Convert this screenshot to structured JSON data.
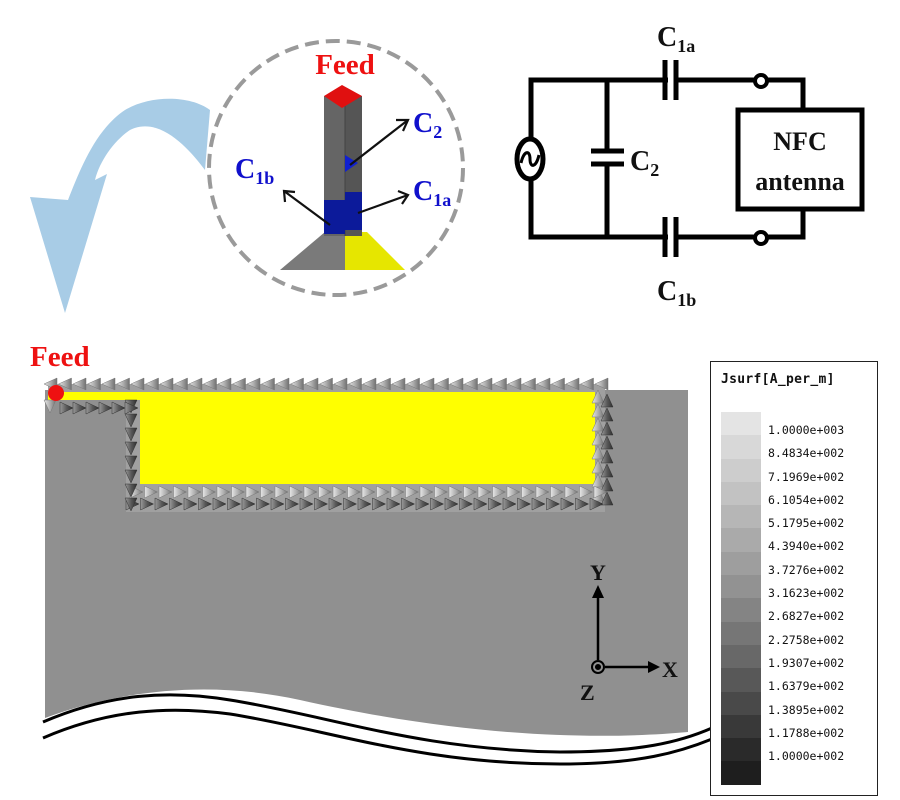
{
  "figure": {
    "zoom_inset": {
      "feed_label": "Feed",
      "labels": {
        "c2": {
          "base": "C",
          "sub": "2"
        },
        "c1a": {
          "base": "C",
          "sub": "1a"
        },
        "c1b": {
          "base": "C",
          "sub": "1b"
        }
      }
    },
    "circuit": {
      "c1a": {
        "base": "C",
        "sub": "1a"
      },
      "c1b": {
        "base": "C",
        "sub": "1b"
      },
      "c2": {
        "base": "C",
        "sub": "2"
      },
      "antenna_line1": "NFC",
      "antenna_line2": "antenna",
      "source_icon": "ac-source-icon"
    },
    "simulation": {
      "feed_label": "Feed",
      "axes": {
        "x": "X",
        "y": "Y",
        "z": "Z"
      }
    },
    "legend": {
      "title": "Jsurf[A_per_m]",
      "labels": [
        "1.0000e+003",
        "8.4834e+002",
        "7.1969e+002",
        "6.1054e+002",
        "5.1795e+002",
        "4.3940e+002",
        "3.7276e+002",
        "3.1623e+002",
        "2.6827e+002",
        "2.2758e+002",
        "1.9307e+002",
        "1.6379e+002",
        "1.3895e+002",
        "1.1788e+002",
        "1.0000e+002"
      ],
      "swatch_colors": [
        "#e4e4e4",
        "#d8d8d8",
        "#cdcdcd",
        "#c2c2c2",
        "#b6b6b6",
        "#aaaaaa",
        "#9e9e9e",
        "#929292",
        "#848484",
        "#767676",
        "#686868",
        "#585858",
        "#494949",
        "#393939",
        "#2a2a2a",
        "#1e1e1e"
      ]
    },
    "colors": {
      "feed": "#ee1111",
      "capacitor_label": "#1010cc",
      "conductor": "#ffff00",
      "ground": "#909090",
      "arrow": "#a8cce6"
    }
  }
}
